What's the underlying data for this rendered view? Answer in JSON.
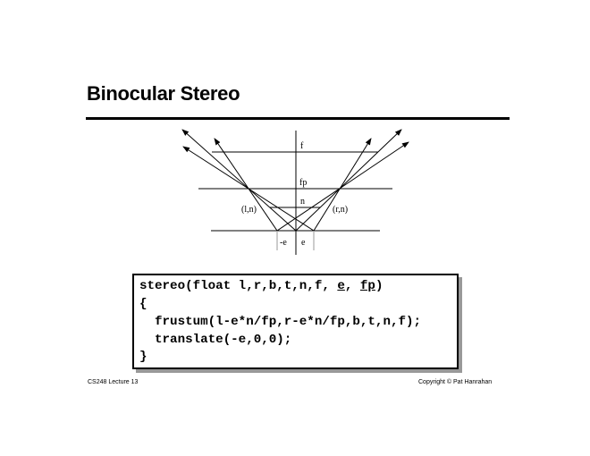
{
  "slide": {
    "title": "Binocular Stereo",
    "diagram": {
      "labels": {
        "far": "f",
        "focal_plane": "fp",
        "near": "n",
        "left_near": "(l,n)",
        "right_near": "(r,n)",
        "left_eye": "-e",
        "right_eye": "e"
      }
    },
    "code": {
      "line1_prefix": "stereo(float l,r,b,t,n,f, ",
      "line1_e": "e",
      "line1_sep": ", ",
      "line1_fp": "fp",
      "line1_suffix": ")",
      "line2": "{",
      "line3": "  frustum(l-e*n/fp,r-e*n/fp,b,t,n,f);",
      "line4": "  translate(-e,0,0);",
      "line5": "}"
    },
    "footer": {
      "left": "CS248 Lecture 13",
      "right": "Copyright © Pat Hanrahan"
    }
  }
}
